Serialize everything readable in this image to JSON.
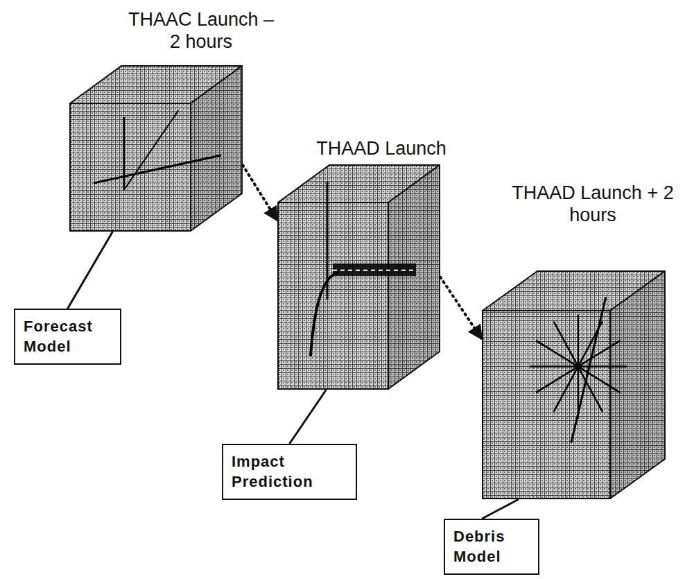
{
  "diagram": {
    "nodes": [
      {
        "text": [
          "THAAC Launch – 2 hours"
        ]
      },
      {
        "text": [
          "Forecast Model"
        ]
      },
      {
        "text": [
          "THAAD Launch"
        ]
      },
      {
        "text": [
          "Impact Prediction"
        ]
      },
      {
        "text": [
          "THAAD Launch + 2 hours"
        ]
      },
      {
        "text": [
          "Debris Model"
        ]
      }
    ],
    "edges": [
      {
        "from": 0,
        "to": 2,
        "arrow": "to"
      },
      {
        "from": 2,
        "to": 4,
        "arrow": "to"
      },
      {
        "from": 0,
        "to": 1,
        "arrow": "none"
      },
      {
        "from": 2,
        "to": 3,
        "arrow": "none"
      },
      {
        "from": 4,
        "to": 5,
        "arrow": "none"
      }
    ]
  }
}
